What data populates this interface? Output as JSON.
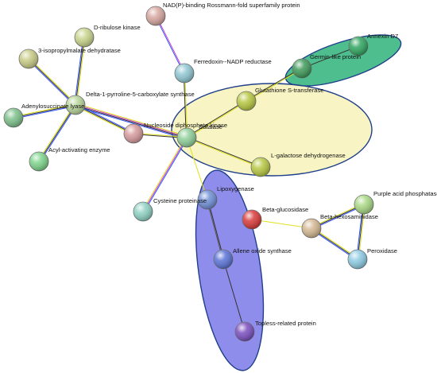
{
  "network": {
    "clusters": [
      {
        "id": "green",
        "fill": "#2fb37a",
        "stroke": "#1f3f8a"
      },
      {
        "id": "yellow",
        "fill": "#f7f2b8",
        "stroke": "#1f3f8a"
      },
      {
        "id": "blue",
        "fill": "#7b79e8",
        "stroke": "#1f3f8a"
      }
    ],
    "nodes": [
      {
        "id": "nadp_rossmann",
        "label": "NAD(P)-binding Rossmann-fold superfamily protein",
        "color": "#d8a7a0"
      },
      {
        "id": "ribulose_kinase",
        "label": "D-ribulose kinase",
        "color": "#c8d48a"
      },
      {
        "id": "ipm_dehydratase",
        "label": "3-isopropylmalate dehydratase",
        "color": "#c8cc86"
      },
      {
        "id": "ferredoxin_nadp",
        "label": "Ferredoxin--NADP reductase",
        "color": "#8fc7d3"
      },
      {
        "id": "annexin_d7",
        "label": "Annexin D7",
        "color": "#2fa55f"
      },
      {
        "id": "germin_like",
        "label": "Germin-like protein",
        "color": "#3f9a5a"
      },
      {
        "id": "p5c_synthase",
        "label": "Delta-1-pyrroline-5-carboxylate synthase",
        "color": "#b8d69a"
      },
      {
        "id": "adenylosuccinate",
        "label": "Adenylosuccinate lyase",
        "color": "#7cc08a"
      },
      {
        "id": "gst",
        "label": "Glutathione S-transferase",
        "color": "#b7c842"
      },
      {
        "id": "ndk",
        "label": "Nucleoside diphosphate kinase",
        "color": "#d79a9c"
      },
      {
        "id": "catalase",
        "label": "Catalase",
        "color": "#8fcf99"
      },
      {
        "id": "acyl_activating",
        "label": "Acyl-activating enzyme",
        "color": "#7fd48c"
      },
      {
        "id": "galdh",
        "label": "L-galactose dehydrogenase",
        "color": "#b7c842"
      },
      {
        "id": "lipoxygenase",
        "label": "Lipoxygenase",
        "color": "#6f8fd6"
      },
      {
        "id": "cysteine_proteinase",
        "label": "Cysteine proteinase",
        "color": "#8fd2c4"
      },
      {
        "id": "beta_glucosidase",
        "label": "Beta-glucosidase",
        "color": "#d83a3a"
      },
      {
        "id": "purple_acid_phosphatase",
        "label": "Purple acid phosphatase",
        "color": "#a8d884"
      },
      {
        "id": "beta_hexosaminidase",
        "label": "Beta-hexosaminidase",
        "color": "#d4b892"
      },
      {
        "id": "allene_oxide_synthase",
        "label": "Allene oxide synthase",
        "color": "#5a72d6"
      },
      {
        "id": "peroxidase",
        "label": "Peroxidase",
        "color": "#8ecbe3"
      },
      {
        "id": "topless_related",
        "label": "Topless-related protein",
        "color": "#7a4fbf"
      }
    ],
    "edges": [
      {
        "from": "nadp_rossmann",
        "to": "ferredoxin_nadp",
        "colors": [
          "#cc44cc",
          "#3355ff"
        ]
      },
      {
        "from": "ferredoxin_nadp",
        "to": "catalase",
        "colors": [
          "#e0e020",
          "#333333"
        ]
      },
      {
        "from": "ribulose_kinase",
        "to": "p5c_synthase",
        "colors": [
          "#e0e020",
          "#333333",
          "#3355ff"
        ]
      },
      {
        "from": "ipm_dehydratase",
        "to": "p5c_synthase",
        "colors": [
          "#e0e020",
          "#333333",
          "#3355ff"
        ]
      },
      {
        "from": "adenylosuccinate",
        "to": "p5c_synthase",
        "colors": [
          "#e0e020",
          "#333333",
          "#3355ff"
        ]
      },
      {
        "from": "acyl_activating",
        "to": "p5c_synthase",
        "colors": [
          "#e0e020",
          "#333333",
          "#3355ff"
        ]
      },
      {
        "from": "ndk",
        "to": "p5c_synthase",
        "colors": [
          "#e0e020",
          "#333333",
          "#3355ff"
        ]
      },
      {
        "from": "p5c_synthase",
        "to": "catalase",
        "colors": [
          "#e0e020",
          "#cc44cc",
          "#333333",
          "#3355ff"
        ]
      },
      {
        "from": "ndk",
        "to": "catalase",
        "colors": [
          "#e0e020",
          "#333333"
        ]
      },
      {
        "from": "gst",
        "to": "catalase",
        "colors": [
          "#e0e020",
          "#333333"
        ]
      },
      {
        "from": "galdh",
        "to": "catalase",
        "colors": [
          "#e0e020",
          "#333333"
        ]
      },
      {
        "from": "cysteine_proteinase",
        "to": "catalase",
        "colors": [
          "#e0e020",
          "#cc44cc",
          "#3355ff"
        ]
      },
      {
        "from": "lipoxygenase",
        "to": "catalase",
        "colors": [
          "#e0e020"
        ]
      },
      {
        "from": "germin_like",
        "to": "gst",
        "colors": [
          "#e0e020",
          "#333333"
        ]
      },
      {
        "from": "germin_like",
        "to": "annexin_d7",
        "colors": [
          "#333333"
        ]
      },
      {
        "from": "lipoxygenase",
        "to": "allene_oxide_synthase",
        "colors": [
          "#333333",
          "#555555"
        ]
      },
      {
        "from": "allene_oxide_synthase",
        "to": "topless_related",
        "colors": [
          "#333333"
        ]
      },
      {
        "from": "beta_glucosidase",
        "to": "beta_hexosaminidase",
        "colors": [
          "#e0e020"
        ]
      },
      {
        "from": "beta_hexosaminidase",
        "to": "purple_acid_phosphatase",
        "colors": [
          "#e0e020",
          "#333333",
          "#3355ff"
        ]
      },
      {
        "from": "beta_hexosaminidase",
        "to": "peroxidase",
        "colors": [
          "#e0e020",
          "#333333",
          "#3355ff"
        ]
      },
      {
        "from": "purple_acid_phosphatase",
        "to": "peroxidase",
        "colors": [
          "#e0e020",
          "#333333",
          "#3355ff"
        ]
      }
    ]
  }
}
